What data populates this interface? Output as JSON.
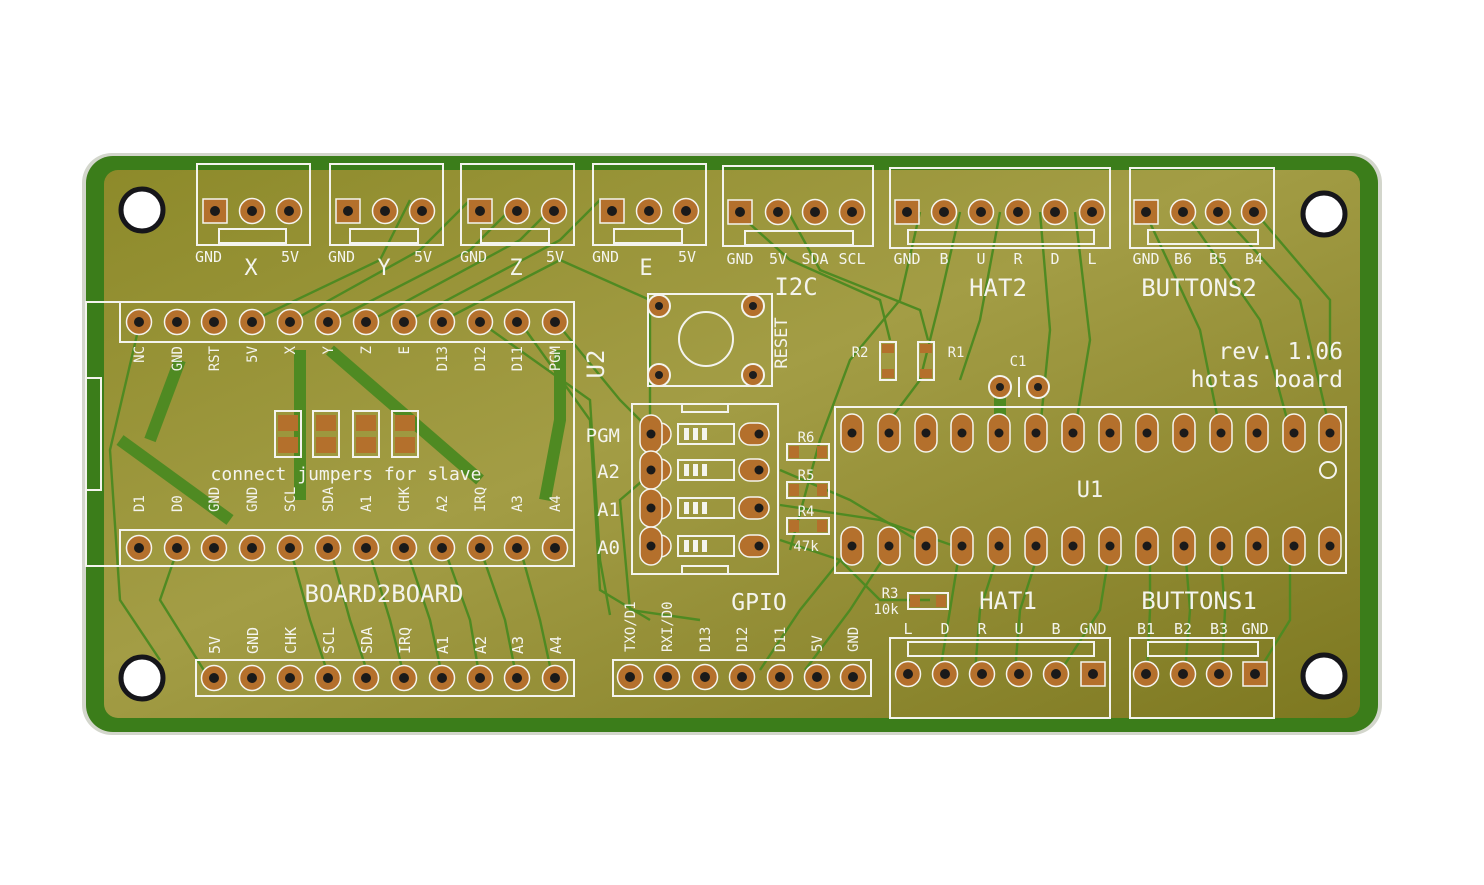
{
  "board": {
    "revision": "rev. 1.06",
    "name": "hotas board",
    "colors": {
      "edge": "#cfd2c7",
      "soldermask": "#3b7d1a",
      "copper_fill": "#8f8a2e",
      "pad": "#b4702c",
      "silk": "#f4f4ee"
    }
  },
  "connectors": {
    "x": {
      "name": "X",
      "pins": [
        "GND",
        "5V"
      ]
    },
    "y": {
      "name": "Y",
      "pins": [
        "GND",
        "5V"
      ]
    },
    "z": {
      "name": "Z",
      "pins": [
        "GND",
        "5V"
      ]
    },
    "e": {
      "name": "E",
      "pins": [
        "GND",
        "5V"
      ]
    },
    "i2c": {
      "name": "I2C",
      "pins": [
        "GND",
        "5V",
        "SDA",
        "SCL"
      ]
    },
    "hat2": {
      "name": "HAT2",
      "pins": [
        "GND",
        "B",
        "U",
        "R",
        "D",
        "L"
      ]
    },
    "buttons2": {
      "name": "BUTTONS2",
      "pins": [
        "GND",
        "B6",
        "B5",
        "B4"
      ]
    },
    "hat1": {
      "name": "HAT1",
      "pins": [
        "L",
        "D",
        "R",
        "U",
        "B",
        "GND"
      ]
    },
    "buttons1": {
      "name": "BUTTONS1",
      "pins": [
        "B1",
        "B2",
        "B3",
        "GND"
      ]
    },
    "gpio": {
      "name": "GPIO",
      "pins": [
        "TXO/D1",
        "RXI/D0",
        "D13",
        "D12",
        "D11",
        "5V",
        "GND"
      ]
    },
    "board2board": {
      "name": "BOARD2BOARD",
      "pins": [
        "5V",
        "GND",
        "CHK",
        "SCL",
        "SDA",
        "IRQ",
        "A1",
        "A2",
        "A3",
        "A4"
      ]
    }
  },
  "u2": {
    "ref": "U2",
    "top_pins": [
      "NC",
      "GND",
      "RST",
      "5V",
      "X",
      "Y",
      "Z",
      "E",
      "D13",
      "D12",
      "D11",
      "PGM"
    ],
    "bottom_pins": [
      "D1",
      "D0",
      "GND",
      "GND",
      "SCL",
      "SDA",
      "A1",
      "CHK",
      "A2",
      "IRQ",
      "A3",
      "A4"
    ],
    "jumper_note": "connect jumpers for slave"
  },
  "dip_switch": {
    "labels": [
      "PGM",
      "A2",
      "A1",
      "A0"
    ]
  },
  "reset": {
    "label": "RESET"
  },
  "components": {
    "r1": "R1",
    "r2": "R2",
    "r3": "R3",
    "r3_value": "10k",
    "r4": "R4",
    "r4_value": "47k",
    "r5": "R5",
    "r6": "R6",
    "c1": "C1",
    "u1": "U1"
  }
}
